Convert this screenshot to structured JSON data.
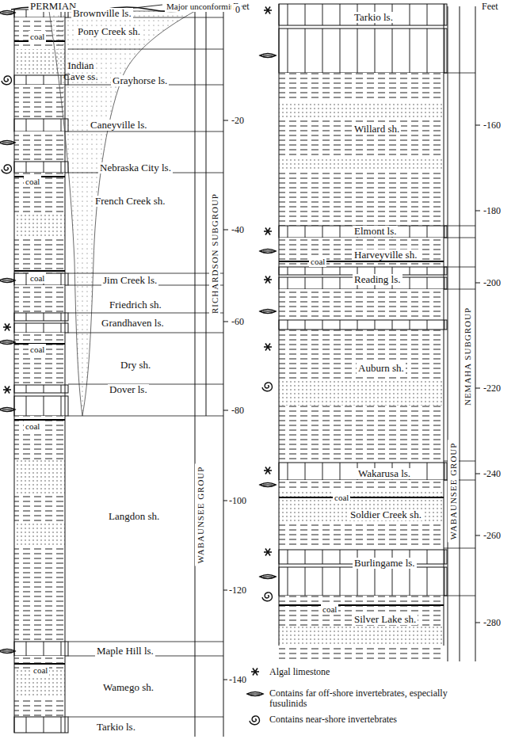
{
  "diagram": {
    "labels": [
      "PERMIAN",
      "Major unconformity",
      "Feet",
      "Brownville ls.",
      "coal",
      "Pony Creek sh.",
      "Indian Cave ss.",
      "Grayhorse ls.",
      "Caneyville ls.",
      "coal",
      "Nebraska City ls.",
      "French Creek sh.",
      "coal",
      "Jim Creek ls.",
      "Friedrich sh.",
      "Grandhaven ls.",
      "coal",
      "Dry sh.",
      "Dover ls.",
      "coal",
      "Langdon sh.",
      "Maple Hill ls.",
      "coal",
      "Wamego sh.",
      "Tarkio ls.",
      "0",
      "-20",
      "-40",
      "-60",
      "-80",
      "-100",
      "-120",
      "-140",
      "RICHARDSON SUBGROUP",
      "WABAUNSEE GROUP",
      "Feet",
      "Tarkio ls.",
      "Willard sh.",
      "Elmont ls.",
      "coal",
      "Harveyville sh.",
      "Reading ls.",
      "Auburn sh.",
      "Wakarusa ls.",
      "coal",
      "Soldier Creek sh.",
      "Burlingame ls.",
      "coal",
      "Silver Lake sh.",
      "-160",
      "-180",
      "-200",
      "-220",
      "-240",
      "-260",
      "-280",
      "WABAUNSEE GROUP",
      "NEMAHA SUBGROUP"
    ],
    "legend": [
      {
        "text": "Algal limestone"
      },
      {
        "text": "Contains far off-shore invertebrates, especially fusulinids"
      },
      {
        "text": "Contains near-shore invertebrates"
      }
    ]
  }
}
